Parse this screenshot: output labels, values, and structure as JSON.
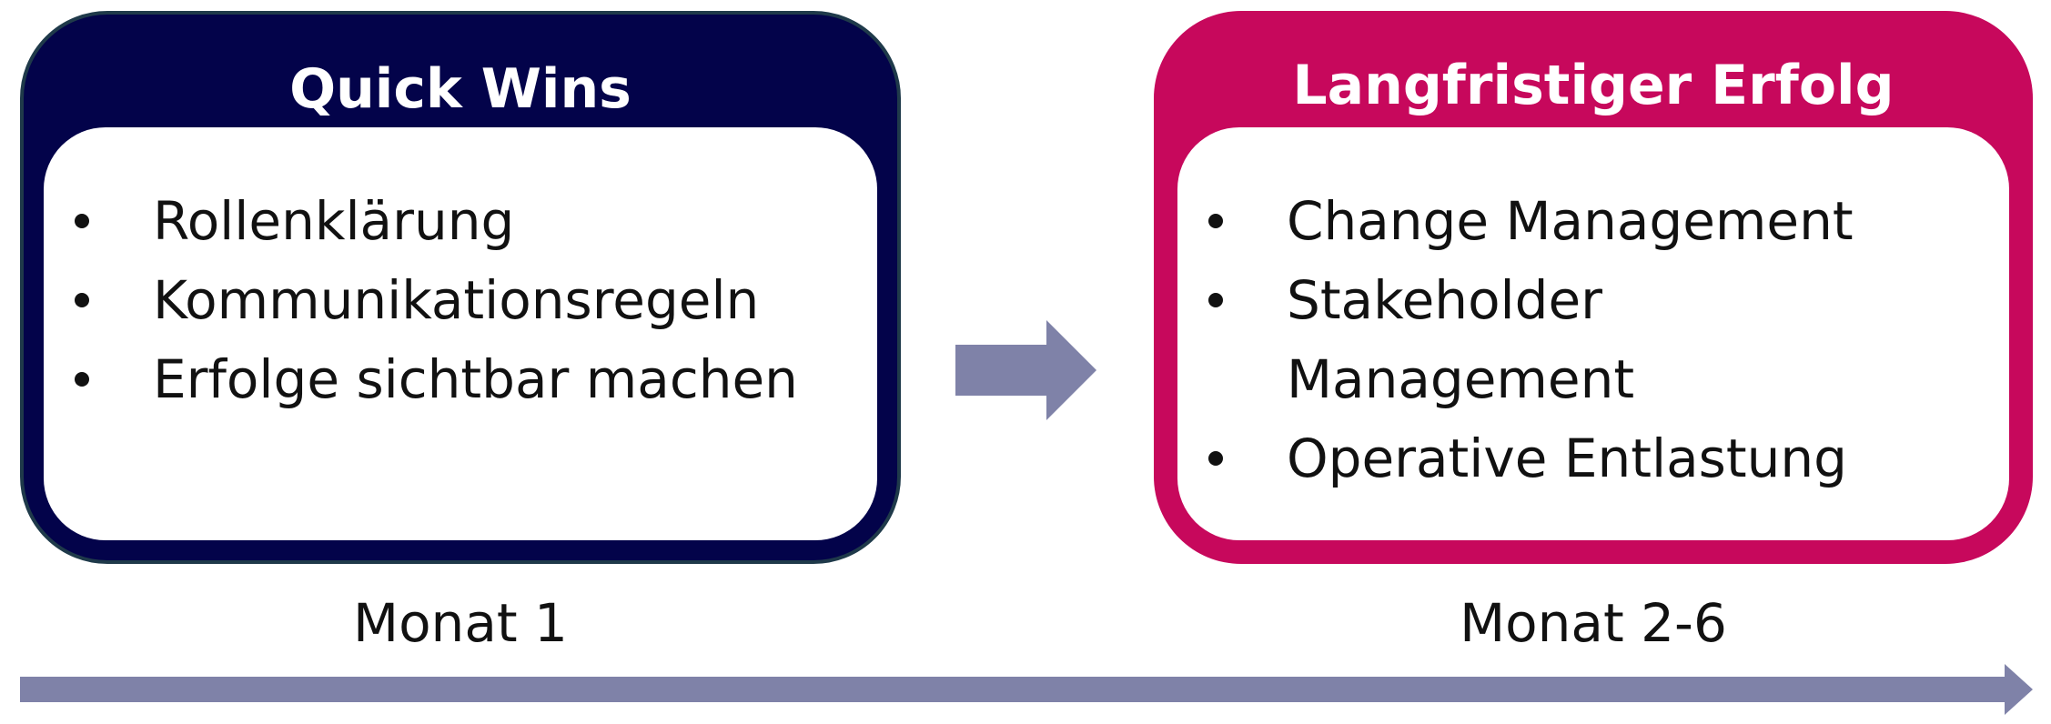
{
  "colors": {
    "left_box": "#03034a",
    "right_box": "#c7085c",
    "arrow": "#7f82a8"
  },
  "left_card": {
    "title": "Quick Wins",
    "items": [
      "Rollenklärung",
      "Kommunikationsregeln",
      "Erfolge sichtbar machen"
    ],
    "period": "Monat 1"
  },
  "right_card": {
    "title": "Langfristiger Erfolg",
    "items": [
      "Change Management",
      "Stakeholder Management",
      "Operative Entlastung"
    ],
    "period": "Monat 2-6"
  },
  "icons": {
    "middle_arrow": "right-arrow-icon",
    "timeline_arrow": "timeline-arrow-icon"
  }
}
